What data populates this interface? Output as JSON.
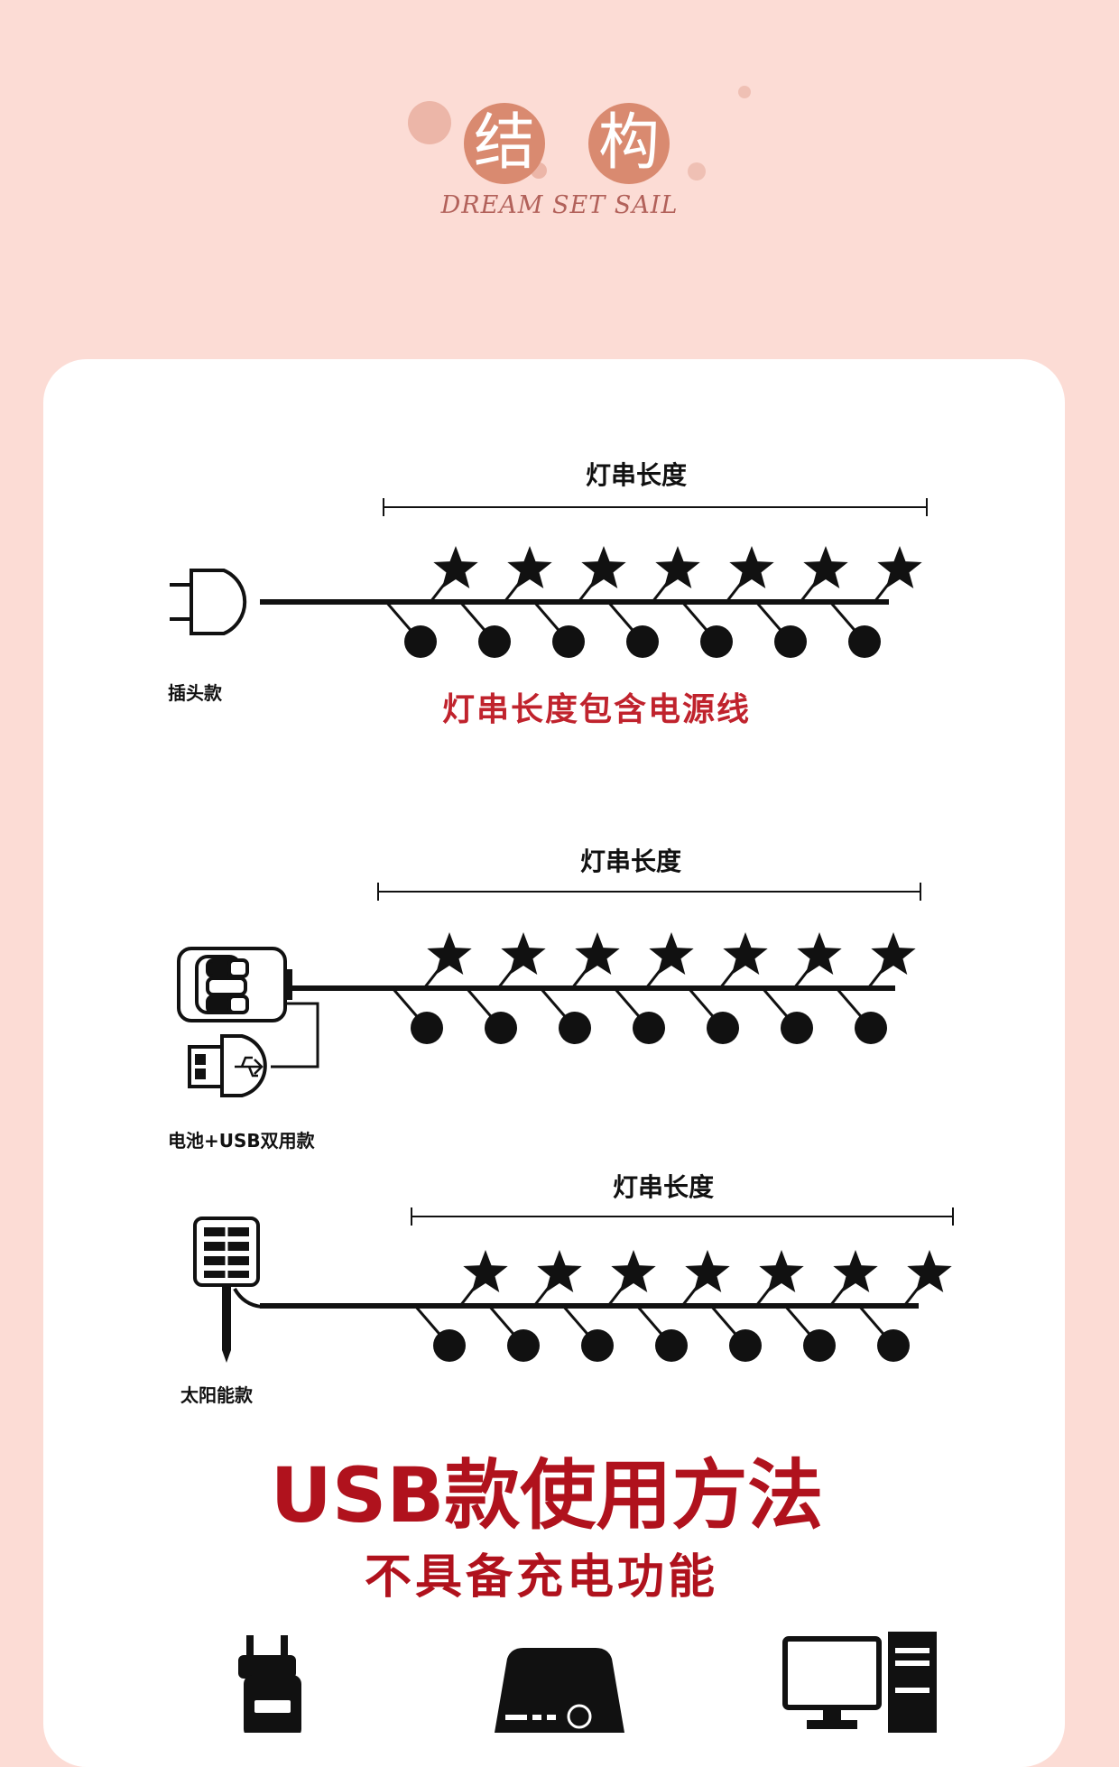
{
  "header": {
    "title_chars": [
      "结",
      "构"
    ],
    "subtitle": "DREAM SET SAIL"
  },
  "diagrams": {
    "length_label": "灯串长度",
    "plug": {
      "label": "插头款",
      "note": "灯串长度包含电源线"
    },
    "battery_usb": {
      "label": "电池+USB双用款"
    },
    "solar": {
      "label": "太阳能款"
    }
  },
  "usb_usage": {
    "title": "USB款使用方法",
    "subtitle": "不具备充电功能",
    "devices": [
      "wall-charger-icon",
      "power-bank-icon",
      "desktop-computer-icon"
    ]
  },
  "colors": {
    "background": "#fcdcd5",
    "title_circle": "#d98a70",
    "accent_red": "#b0121d",
    "note_red": "#c0232d"
  }
}
